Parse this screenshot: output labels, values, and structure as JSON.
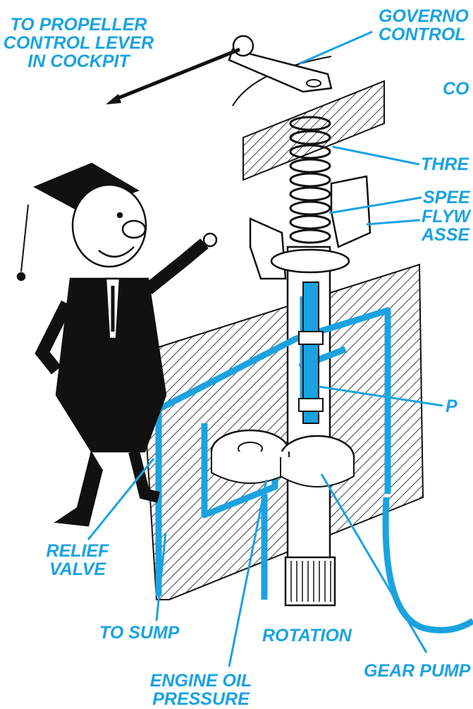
{
  "colors": {
    "accent": "#1aa3e0",
    "ink": "#111111",
    "paper": "#ffffff"
  },
  "labels": {
    "to_propeller": [
      "TO PROPELLER",
      "CONTROL LEVER",
      "IN COCKPIT"
    ],
    "governor_control": [
      "GOVERNO",
      "CONTROL"
    ],
    "co": "CO",
    "threaded": "THRE",
    "speeder_spring": "SPEE",
    "flyweight": [
      "FLYW",
      "ASSE"
    ],
    "pilot_valve": "P",
    "relief_valve": [
      "RELIEF",
      "VALVE"
    ],
    "to_sump": "TO SUMP",
    "rotation": "ROTATION",
    "engine_oil": [
      "ENGINE OIL",
      "PRESSURE"
    ],
    "gear_pump": "GEAR PUMP"
  }
}
